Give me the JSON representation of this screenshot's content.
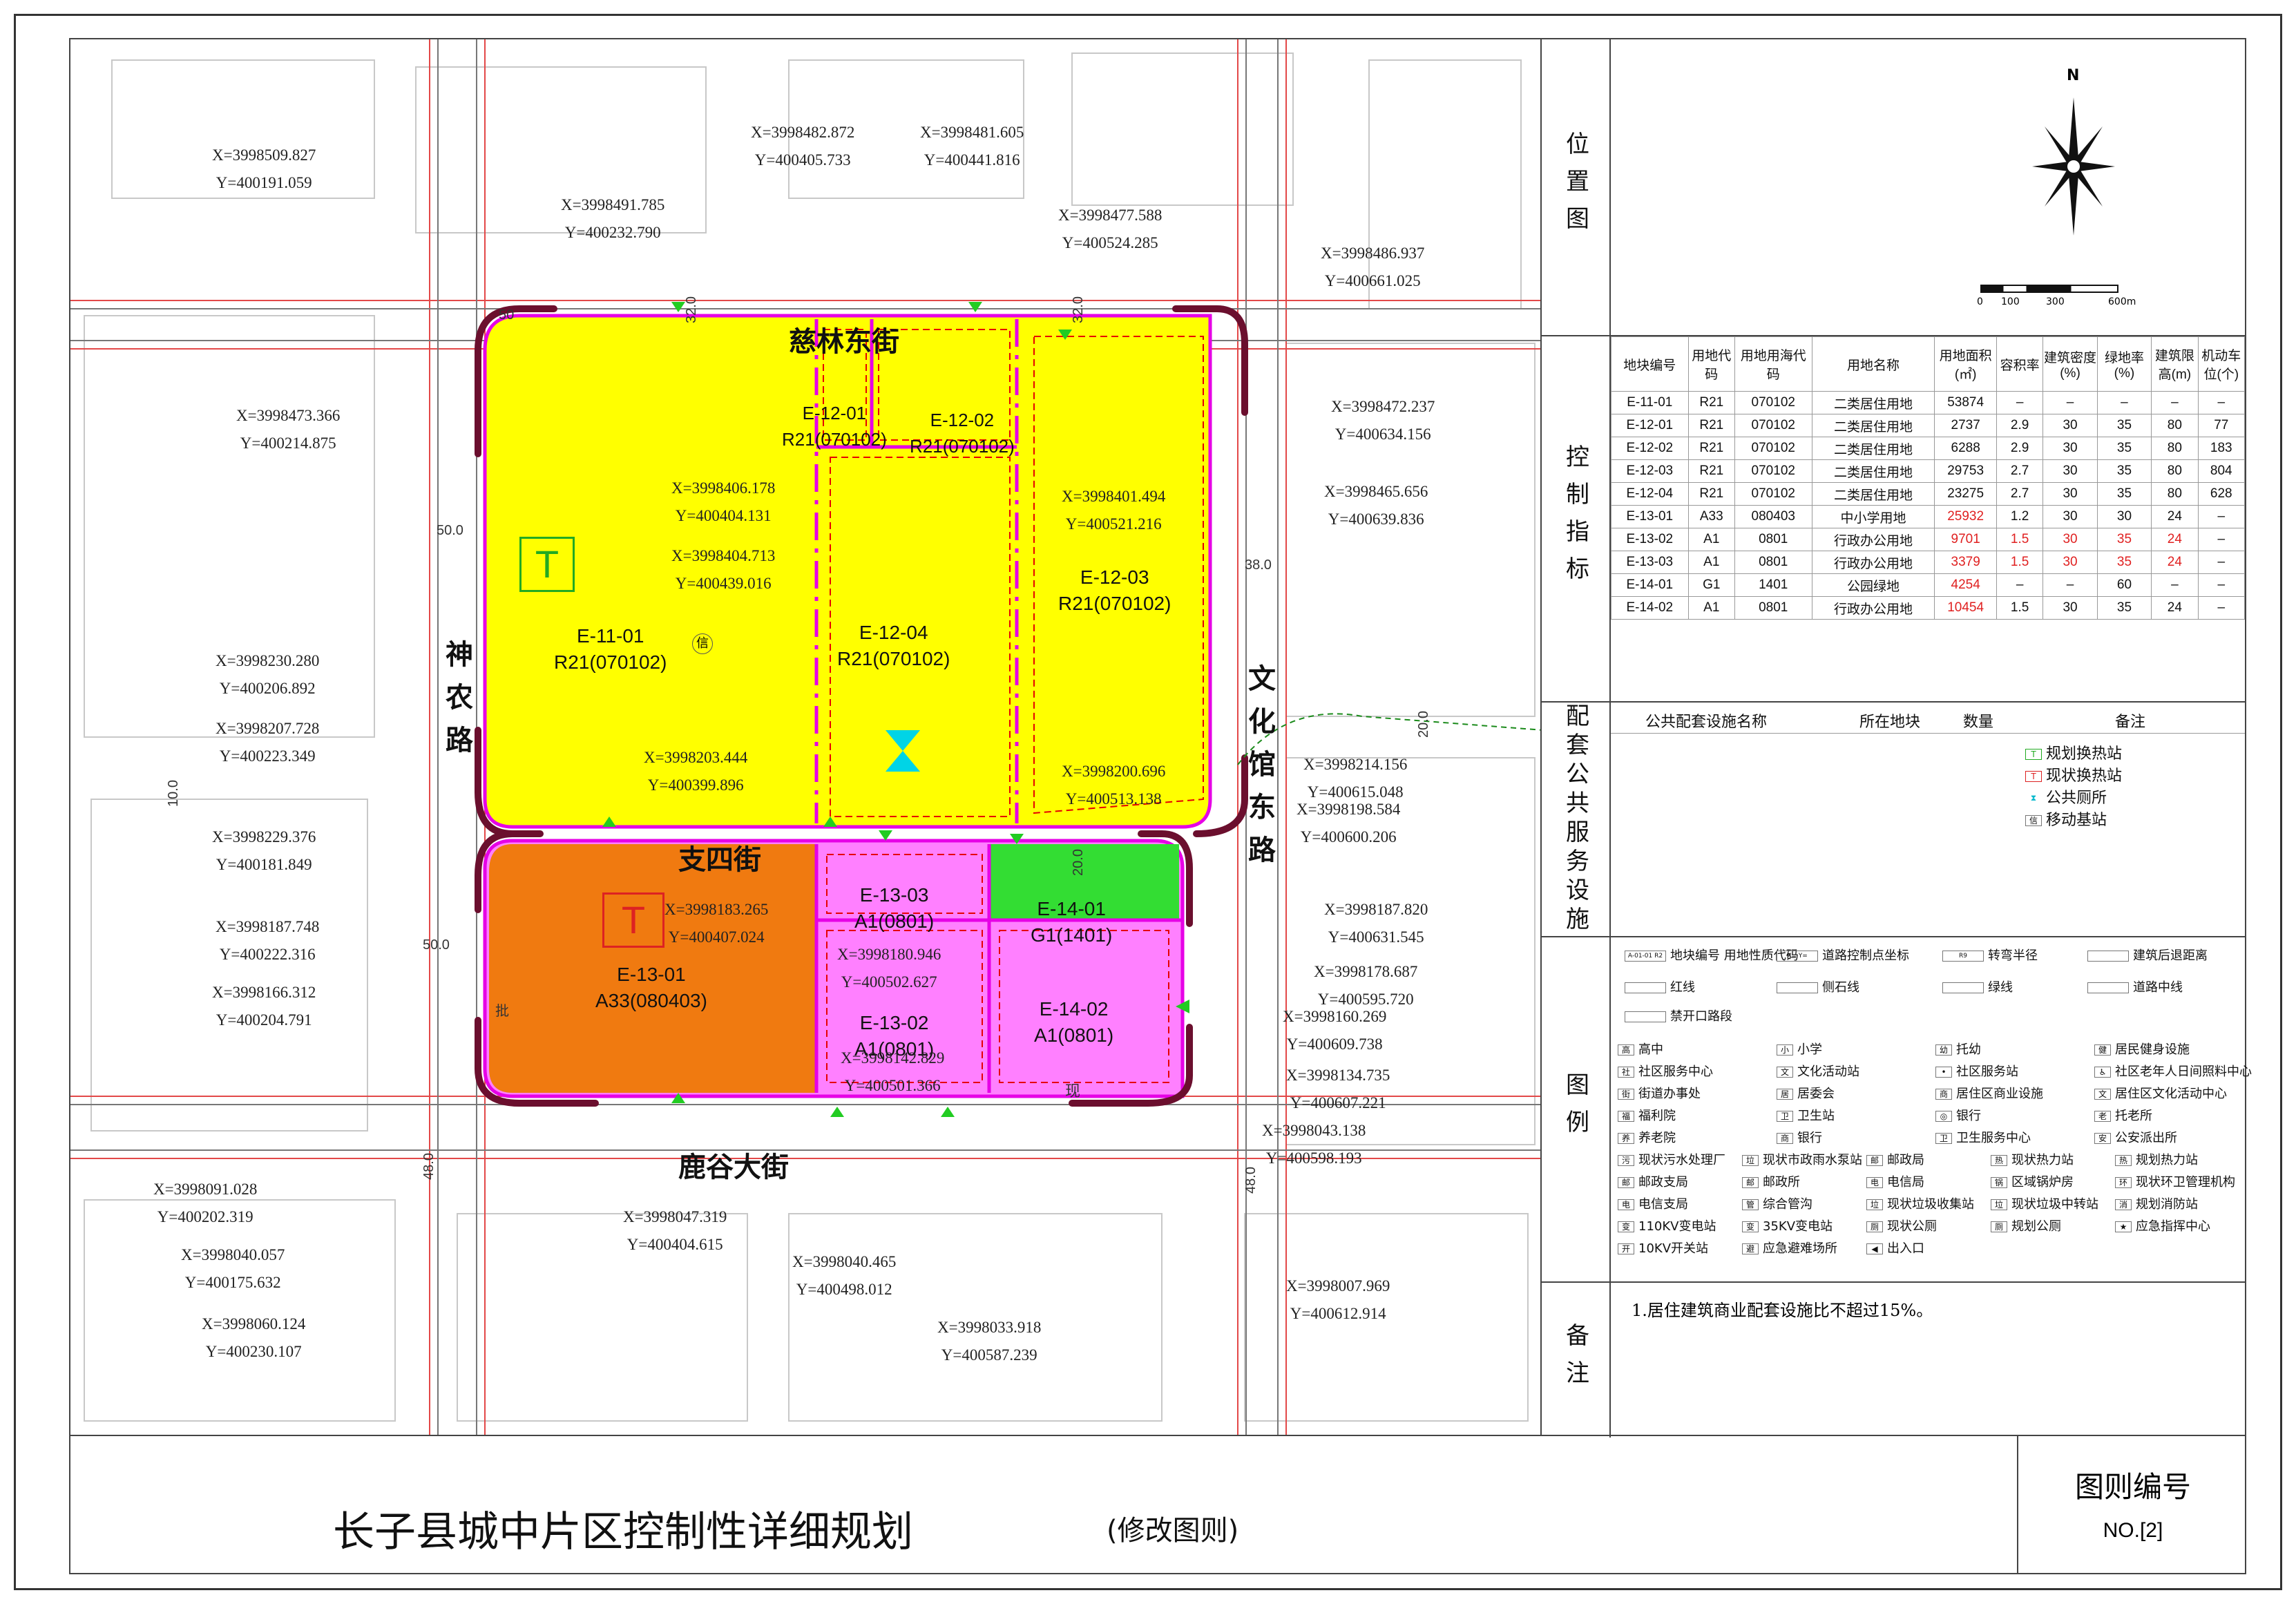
{
  "title": {
    "main": "长子县城中片区控制性详细规划",
    "sub": "(修改图则)",
    "sheet_no_label": "图则编号",
    "sheet_no": "NO.[2]"
  },
  "streets": {
    "north": "慈林东街",
    "middle": "支四街",
    "south": "鹿谷大街",
    "west": "神农路",
    "east": "文化馆东路"
  },
  "dims": {
    "d1": "32.0",
    "d2": "32.0",
    "d3": "50.0",
    "d4": "50.0",
    "d5": "38.0",
    "d6": "20.0",
    "d7": "20.0",
    "d8": "48.0",
    "d9": "48.0",
    "d10": "10.0",
    "d11": "50"
  },
  "plots": [
    {
      "code": "E-11-01",
      "use": "R21(070102)"
    },
    {
      "code": "E-12-01",
      "use": "R21(070102)"
    },
    {
      "code": "E-12-02",
      "use": "R21(070102)"
    },
    {
      "code": "E-12-03",
      "use": "R21(070102)"
    },
    {
      "code": "E-12-04",
      "use": "R21(070102)"
    },
    {
      "code": "E-13-01",
      "use": "A33(080403)"
    },
    {
      "code": "E-13-02",
      "use": "A1(0801)"
    },
    {
      "code": "E-13-03",
      "use": "A1(0801)"
    },
    {
      "code": "E-14-01",
      "use": "G1(1401)"
    },
    {
      "code": "E-14-02",
      "use": "A1(0801)"
    }
  ],
  "marks": {
    "transformer_planned": "T",
    "transformer_existing": "T",
    "mobile_station": "信",
    "approved": "批",
    "existing": "现"
  },
  "coords": [
    {
      "x": "X=3998509.827",
      "y": "Y=400191.059"
    },
    {
      "x": "X=3998491.785",
      "y": "Y=400232.790"
    },
    {
      "x": "X=3998482.872",
      "y": "Y=400405.733"
    },
    {
      "x": "X=3998481.605",
      "y": "Y=400441.816"
    },
    {
      "x": "X=3998477.588",
      "y": "Y=400524.285"
    },
    {
      "x": "X=3998486.937",
      "y": "Y=400661.025"
    },
    {
      "x": "X=3998473.366",
      "y": "Y=400214.875"
    },
    {
      "x": "X=3998472.237",
      "y": "Y=400634.156"
    },
    {
      "x": "X=3998406.178",
      "y": "Y=400404.131"
    },
    {
      "x": "X=3998401.494",
      "y": "Y=400521.216"
    },
    {
      "x": "X=3998465.656",
      "y": "Y=400639.836"
    },
    {
      "x": "X=3998404.713",
      "y": "Y=400439.016"
    },
    {
      "x": "X=3998230.280",
      "y": "Y=400206.892"
    },
    {
      "x": "X=3998207.728",
      "y": "Y=400223.349"
    },
    {
      "x": "X=3998203.444",
      "y": "Y=400399.896"
    },
    {
      "x": "X=3998200.696",
      "y": "Y=400513.138"
    },
    {
      "x": "X=3998214.156",
      "y": "Y=400615.048"
    },
    {
      "x": "X=3998198.584",
      "y": "Y=400600.206"
    },
    {
      "x": "X=3998229.376",
      "y": "Y=400181.849"
    },
    {
      "x": "X=3998183.265",
      "y": "Y=400407.024"
    },
    {
      "x": "X=3998187.820",
      "y": "Y=400631.545"
    },
    {
      "x": "X=3998187.748",
      "y": "Y=400222.316"
    },
    {
      "x": "X=3998180.946",
      "y": "Y=400502.627"
    },
    {
      "x": "X=3998178.687",
      "y": "Y=400595.720"
    },
    {
      "x": "X=3998166.312",
      "y": "Y=400204.791"
    },
    {
      "x": "X=3998160.269",
      "y": "Y=400609.738"
    },
    {
      "x": "X=3998142.829",
      "y": "Y=400501.366"
    },
    {
      "x": "X=3998134.735",
      "y": "Y=400607.221"
    },
    {
      "x": "X=3998043.138",
      "y": "Y=400598.193"
    },
    {
      "x": "X=3998091.028",
      "y": "Y=400202.319"
    },
    {
      "x": "X=3998047.319",
      "y": "Y=400404.615"
    },
    {
      "x": "X=3998040.057",
      "y": "Y=400175.632"
    },
    {
      "x": "X=3998040.465",
      "y": "Y=400498.012"
    },
    {
      "x": "X=3998060.124",
      "y": "Y=400230.107"
    },
    {
      "x": "X=3998033.918",
      "y": "Y=400587.239"
    },
    {
      "x": "X=3998007.969",
      "y": "Y=400612.914"
    }
  ],
  "panel": {
    "location_title": "位置图",
    "north": "N",
    "scale": [
      "0",
      "100",
      "300",
      "600m"
    ],
    "control_title": "控制指标",
    "table_headers": [
      "地块编号",
      "用地代码",
      "用地用海代码",
      "用地名称",
      "用地面积(㎡)",
      "容积率",
      "建筑密度(%)",
      "绿地率(%)",
      "建筑限高(m)",
      "机动车位(个)"
    ],
    "table_rows": [
      [
        "E-11-01",
        "R21",
        "070102",
        "二类居住用地",
        "53874",
        "–",
        "–",
        "–",
        "–",
        "–"
      ],
      [
        "E-12-01",
        "R21",
        "070102",
        "二类居住用地",
        "2737",
        "2.9",
        "30",
        "35",
        "80",
        "77"
      ],
      [
        "E-12-02",
        "R21",
        "070102",
        "二类居住用地",
        "6288",
        "2.9",
        "30",
        "35",
        "80",
        "183"
      ],
      [
        "E-12-03",
        "R21",
        "070102",
        "二类居住用地",
        "29753",
        "2.7",
        "30",
        "35",
        "80",
        "804"
      ],
      [
        "E-12-04",
        "R21",
        "070102",
        "二类居住用地",
        "23275",
        "2.7",
        "30",
        "35",
        "80",
        "628"
      ],
      [
        "E-13-01",
        "A33",
        "080403",
        "中小学用地",
        "25932",
        "1.2",
        "30",
        "30",
        "24",
        "–"
      ],
      [
        "E-13-02",
        "A1",
        "0801",
        "行政办公用地",
        "9701",
        "1.5",
        "30",
        "35",
        "24",
        "–"
      ],
      [
        "E-13-03",
        "A1",
        "0801",
        "行政办公用地",
        "3379",
        "1.5",
        "30",
        "35",
        "24",
        "–"
      ],
      [
        "E-14-01",
        "G1",
        "1401",
        "公园绿地",
        "4254",
        "–",
        "–",
        "60",
        "–",
        "–"
      ],
      [
        "E-14-02",
        "A1",
        "0801",
        "行政办公用地",
        "10454",
        "1.5",
        "30",
        "35",
        "24",
        "–"
      ]
    ],
    "facility_title": "配套公共服务设施",
    "facility_headers": [
      "公共配套设施名称",
      "所在地块",
      "数量",
      "备注"
    ],
    "facility_items": [
      "规划换热站",
      "现状换热站",
      "公共厕所",
      "移动基站"
    ],
    "facility_icons": [
      "T",
      "T",
      "⧗",
      "信"
    ],
    "legend_title": "图例",
    "legend_top": [
      {
        "sym": "A-01-01 R2",
        "label": "地块编号 用地性质代码"
      },
      {
        "sym": "X= Y=",
        "label": "道路控制点坐标"
      },
      {
        "sym": "R9",
        "label": "转弯半径"
      },
      {
        "sym": "",
        "label": "建筑后退距离"
      },
      {
        "sym": "",
        "label": "红线"
      },
      {
        "sym": "",
        "label": "侧石线"
      },
      {
        "sym": "",
        "label": "绿线"
      },
      {
        "sym": "",
        "label": "道路中线"
      },
      {
        "sym": "",
        "label": "禁开口路段"
      }
    ],
    "legend_items": [
      {
        "sym": "高",
        "label": "高中"
      },
      {
        "sym": "小",
        "label": "小学"
      },
      {
        "sym": "幼",
        "label": "托幼"
      },
      {
        "sym": "健",
        "label": "居民健身设施"
      },
      {
        "sym": "社",
        "label": "社区服务中心"
      },
      {
        "sym": "文",
        "label": "文化活动站"
      },
      {
        "sym": "•",
        "label": "社区服务站"
      },
      {
        "sym": "♿",
        "label": "社区老年人日间照料中心"
      },
      {
        "sym": "街",
        "label": "街道办事处"
      },
      {
        "sym": "居",
        "label": "居委会"
      },
      {
        "sym": "商",
        "label": "居住区商业设施"
      },
      {
        "sym": "文",
        "label": "居住区文化活动中心"
      },
      {
        "sym": "福",
        "label": "福利院"
      },
      {
        "sym": "卫",
        "label": "卫生站"
      },
      {
        "sym": "◎",
        "label": "银行"
      },
      {
        "sym": "老",
        "label": "托老所"
      },
      {
        "sym": "养",
        "label": "养老院"
      },
      {
        "sym": "商",
        "label": "银行"
      },
      {
        "sym": "卫",
        "label": "卫生服务中心"
      },
      {
        "sym": "安",
        "label": "公安派出所"
      },
      {
        "sym": "污",
        "label": "现状污水处理厂"
      },
      {
        "sym": "垃",
        "label": "现状市政雨水泵站"
      },
      {
        "sym": "邮",
        "label": "邮政局"
      },
      {
        "sym": "热",
        "label": "现状热力站"
      },
      {
        "sym": "热",
        "label": "规划热力站"
      },
      {
        "sym": "邮",
        "label": "邮政支局"
      },
      {
        "sym": "邮",
        "label": "邮政所"
      },
      {
        "sym": "电",
        "label": "电信局"
      },
      {
        "sym": "锅",
        "label": "区域锅炉房"
      },
      {
        "sym": "环",
        "label": "现状环卫管理机构"
      },
      {
        "sym": "电",
        "label": "电信支局"
      },
      {
        "sym": "管",
        "label": "综合管沟"
      },
      {
        "sym": "垃",
        "label": "现状垃圾收集站"
      },
      {
        "sym": "垃",
        "label": "现状垃圾中转站"
      },
      {
        "sym": "消",
        "label": "规划消防站"
      },
      {
        "sym": "变",
        "label": "110KV变电站"
      },
      {
        "sym": "变",
        "label": "35KV变电站"
      },
      {
        "sym": "厕",
        "label": "现状公厕"
      },
      {
        "sym": "厕",
        "label": "规划公厕"
      },
      {
        "sym": "★",
        "label": "应急指挥中心"
      },
      {
        "sym": "开",
        "label": "10KV开关站"
      },
      {
        "sym": "避",
        "label": "应急避难场所"
      },
      {
        "sym": "◀",
        "label": "出入口"
      }
    ],
    "remarks_title": "备注",
    "remarks": "1.居住建筑商业配套设施比不超过15%。"
  },
  "colors": {
    "residential": "#ffff00",
    "school": "#f07a10",
    "office": "#ff80ff",
    "park": "#33dd33",
    "boundary": "#e600e6",
    "corner": "#6b0f2e",
    "access": "#22cc22",
    "transformer_planned": "#22aa22",
    "transformer_existing": "#dd2222",
    "toilet": "#00d4e6"
  }
}
